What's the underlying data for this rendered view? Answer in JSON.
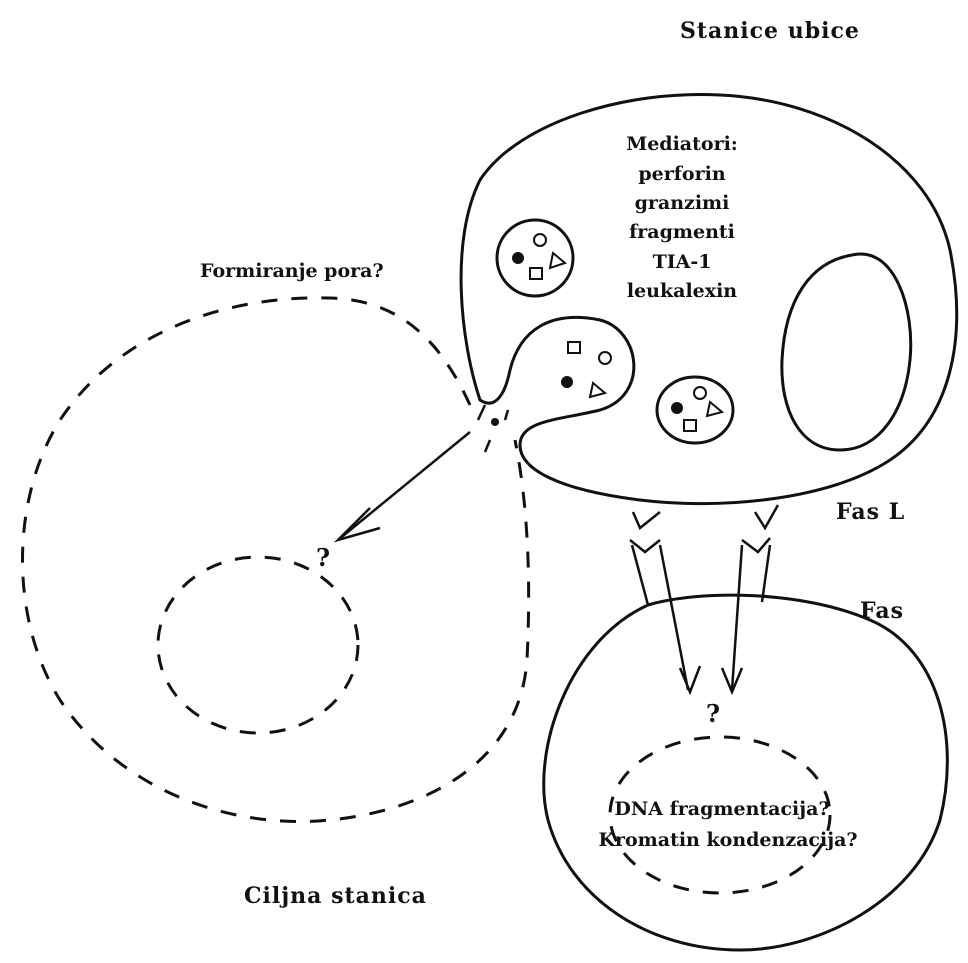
{
  "killer_cell": {
    "title": "Stanice ubice",
    "mediators_heading": "Mediatori:",
    "mediators": [
      "perforin",
      "granzimi",
      "fragmenti",
      "TIA-1",
      "leukalexin"
    ]
  },
  "pore": {
    "label": "Formiranje pora?"
  },
  "receptors": {
    "ligand_label": "Fas L",
    "receptor_label": "Fas"
  },
  "target_cell": {
    "label": "Ciljna stanica",
    "question_mark": "?"
  },
  "fas_target": {
    "question_mark": "?",
    "effects": [
      "DNA fragmentacija?",
      "Kromatin kondenzacija?"
    ]
  }
}
